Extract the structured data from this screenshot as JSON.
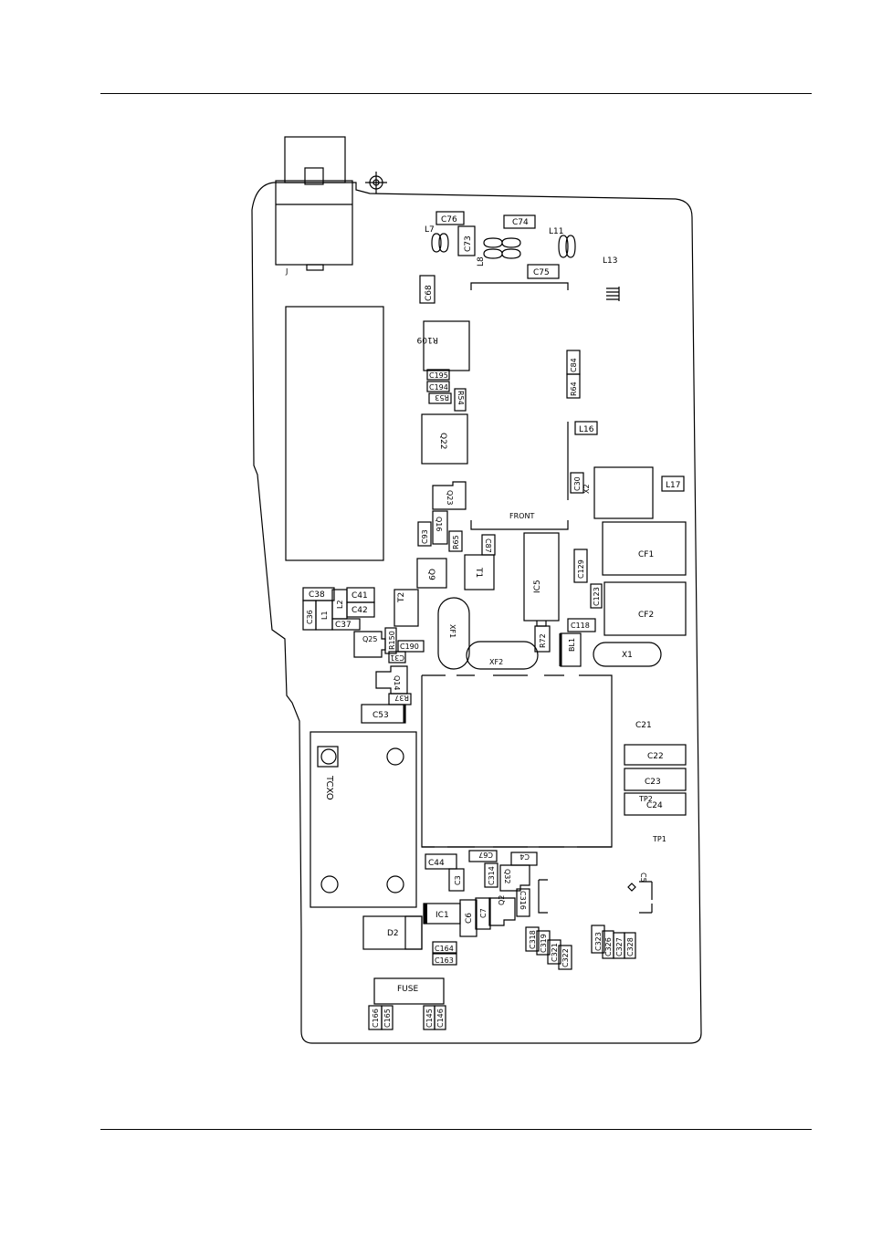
{
  "diagram": {
    "labels": {
      "J": "J",
      "C76": "C76",
      "C74": "C74",
      "L7": "L7",
      "C73": "C73",
      "L8": "L8",
      "L11": "L11",
      "C75": "C75",
      "L13": "L13",
      "C68": "C68",
      "R109": "R109",
      "C195": "C195",
      "C194": "C194",
      "R53": "R53",
      "R54": "R54",
      "R64": "R64",
      "C84": "C84",
      "L16": "L16",
      "Q22": "Q22",
      "C30": "C30",
      "X2": "X2",
      "L17": "L17",
      "Q23": "Q23",
      "Q16": "Q16",
      "C93": "C93",
      "R65": "R65",
      "FRONT": "FRONT",
      "C87": "C87",
      "CF1": "CF1",
      "CF2": "CF2",
      "C129": "C129",
      "C123": "C123",
      "Q9": "Q9",
      "T1": "T1",
      "IC5": "IC5",
      "C38": "C38",
      "C36": "C36",
      "L1": "L1",
      "L2": "L2",
      "C41": "C41",
      "C42": "C42",
      "C37": "C37",
      "T2": "T2",
      "Q25": "Q25",
      "R150": "R150",
      "C190": "C190",
      "C31": "C31",
      "XF1": "XF1",
      "R72": "R72",
      "C118": "C118",
      "BL1": "BL1",
      "X1": "X1",
      "XF2": "XF2",
      "Q14": "Q14",
      "R37": "R37",
      "C53": "C53",
      "C21": "C21",
      "C22": "C22",
      "C23": "C23",
      "TP2": "TP2",
      "C24": "C24",
      "TP1": "TP1",
      "TCXO": "TCXO",
      "C44": "C44",
      "C67": "C67",
      "C4": "C4",
      "C3": "C3",
      "C314": "C314",
      "Q32": "Q32",
      "C5": "C5",
      "C316": "C316",
      "IC1": "IC1",
      "C6": "C6",
      "C7": "C7",
      "Q2": "Q2",
      "C318": "C318",
      "C319": "C319",
      "C321": "C321",
      "C322": "C322",
      "C323": "C323",
      "C326": "C326",
      "C327": "C327",
      "C328": "C328",
      "D2": "D2",
      "C164": "C164",
      "C163": "C163",
      "FUSE": "FUSE",
      "C166": "C166",
      "C165": "C165",
      "C145": "C145",
      "C146": "C146"
    }
  }
}
